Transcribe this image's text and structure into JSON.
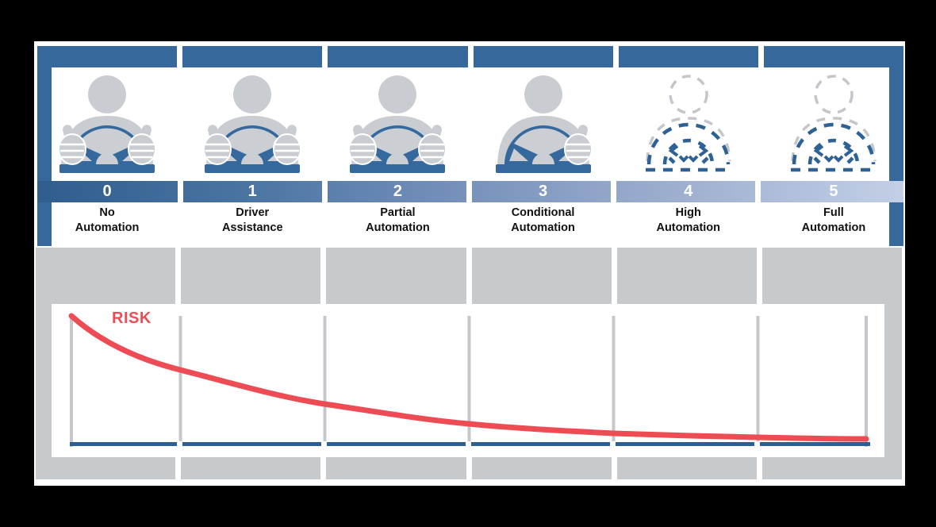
{
  "banner": {
    "levels": [
      {
        "number": "0",
        "line1": "No",
        "line2": "Automation",
        "icon": "driver-hands-on-wheel"
      },
      {
        "number": "1",
        "line1": "Driver",
        "line2": "Assistance",
        "icon": "driver-hands-on-wheel"
      },
      {
        "number": "2",
        "line1": "Partial",
        "line2": "Automation",
        "icon": "driver-hands-on-wheel"
      },
      {
        "number": "3",
        "line1": "Conditional",
        "line2": "Automation",
        "icon": "driver-one-hand-on-wheel"
      },
      {
        "number": "4",
        "line1": "High",
        "line2": "Automation",
        "icon": "automated-dashed-driver"
      },
      {
        "number": "5",
        "line1": "Full",
        "line2": "Automation",
        "icon": "automated-dashed-driver"
      }
    ]
  },
  "chart": {
    "risk_label": "RISK"
  },
  "chart_data": {
    "type": "line",
    "title": "RISK",
    "x_categories": [
      "0 No Automation",
      "1 Driver Assistance",
      "2 Partial Automation",
      "3 Conditional Automation",
      "4 High Automation",
      "5 Full Automation"
    ],
    "series": [
      {
        "name": "RISK",
        "color": "#ee4c54",
        "x": [
          0.25,
          1.0,
          2.0,
          3.0,
          4.0,
          5.0,
          5.9
        ],
        "values": [
          1.0,
          0.57,
          0.3,
          0.16,
          0.09,
          0.055,
          0.045
        ]
      }
    ],
    "ylim": [
      0,
      1
    ],
    "xlabel": "",
    "ylabel": "",
    "legend": "none",
    "grid": "vertical column dividers only",
    "baseline": "solid dark blue x-axis segmented per column",
    "annotations": [
      "RISK label in red at upper left of curve"
    ]
  },
  "colors": {
    "frame_blue": "#36689b",
    "wheel_blue": "#35689c",
    "dashed_blue": "#2e6194",
    "band_gradient_start": "#2f5d8d",
    "band_gradient_end": "#c2cfe6",
    "gray_block": "#c6cacd",
    "icon_gray": "#c9cdd1",
    "risk_red": "#ee4c54",
    "baseline_blue": "#2e5f91",
    "number_text": "#ffffff",
    "label_text": "#111111",
    "background": "#000000",
    "canvas": "#ffffff"
  }
}
